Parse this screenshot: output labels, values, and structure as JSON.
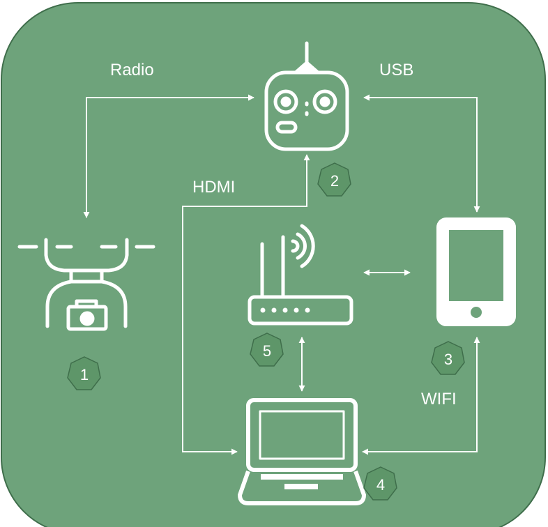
{
  "colors": {
    "panel": "#6ea37b",
    "panel_border": "#3f6e4b",
    "line": "#ffffff",
    "badge_fill": "#5e9669",
    "badge_stroke": "#3f6e4b"
  },
  "links": {
    "radio": "Radio",
    "usb": "USB",
    "hdmi": "HDMI",
    "wifi": "WIFI"
  },
  "devices": [
    {
      "icon": "drone-camera-icon",
      "number": "1"
    },
    {
      "icon": "remote-controller-icon",
      "number": "2"
    },
    {
      "icon": "tablet-icon",
      "number": "3"
    },
    {
      "icon": "laptop-icon",
      "number": "4"
    },
    {
      "icon": "wifi-router-icon",
      "number": "5"
    }
  ]
}
